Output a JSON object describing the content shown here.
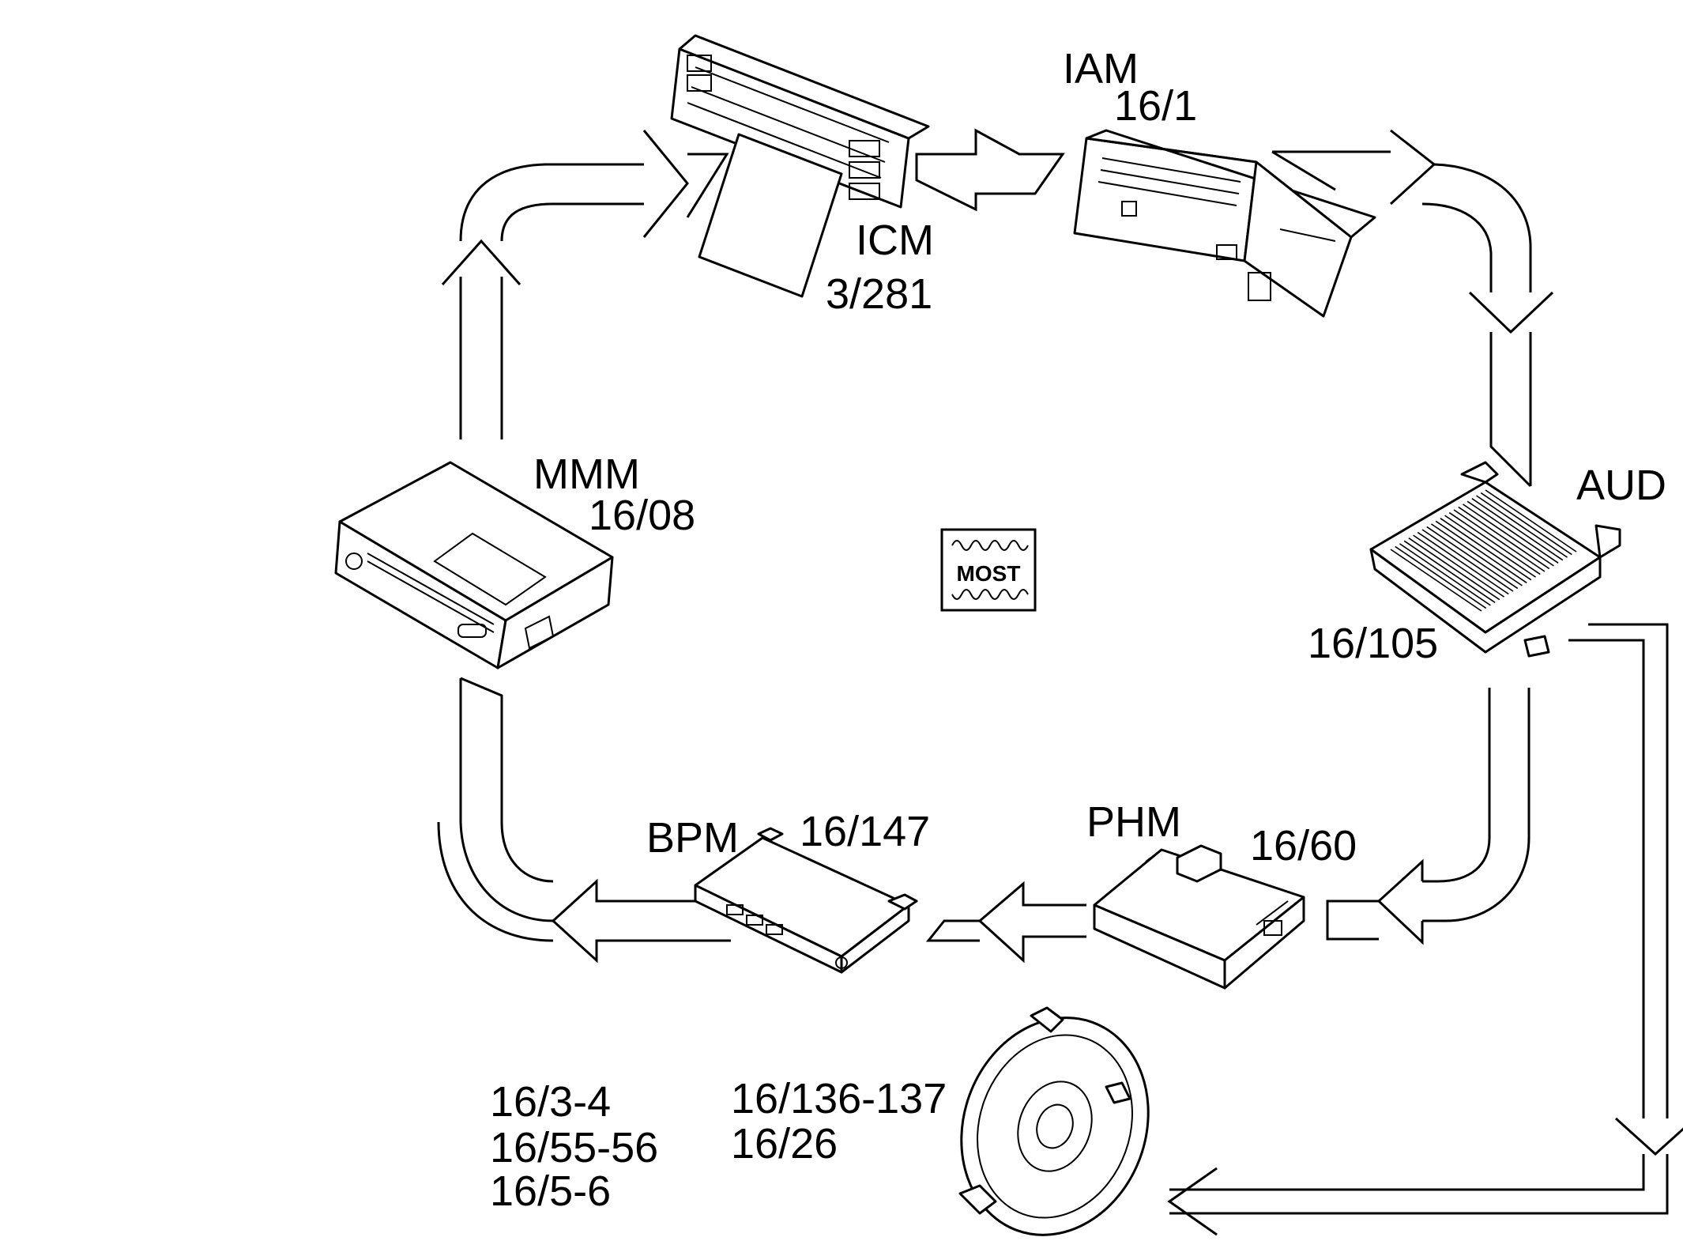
{
  "modules": {
    "icm": {
      "name": "ICM",
      "code": "3/281"
    },
    "iam": {
      "name": "IAM",
      "code": "16/1"
    },
    "aud": {
      "name": "AUD",
      "code": "16/105"
    },
    "mmm": {
      "name": "MMM",
      "code": "16/08"
    },
    "bpm": {
      "name": "BPM",
      "code": "16/147"
    },
    "phm": {
      "name": "PHM",
      "code": "16/60"
    }
  },
  "speakers": {
    "left_codes": [
      "16/3-4",
      "16/55-56",
      "16/5-6"
    ],
    "right_codes": [
      "16/136-137",
      "16/26"
    ]
  },
  "bus_logo": {
    "label": "MOST"
  },
  "icons": [
    "most-logo-icon",
    "speaker-icon"
  ]
}
